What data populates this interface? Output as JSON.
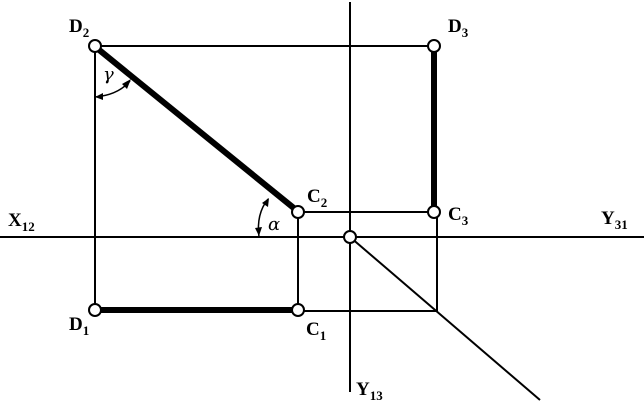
{
  "points": {
    "D2": {
      "main": "D",
      "sub": "2"
    },
    "D3": {
      "main": "D",
      "sub": "3"
    },
    "C2": {
      "main": "C",
      "sub": "2"
    },
    "C3": {
      "main": "C",
      "sub": "3"
    },
    "D1": {
      "main": "D",
      "sub": "1"
    },
    "C1": {
      "main": "C",
      "sub": "1"
    }
  },
  "axes": {
    "x12": {
      "main": "X",
      "sub": "12"
    },
    "y31": {
      "main": "Y",
      "sub": "31"
    },
    "y13": {
      "main": "Y",
      "sub": "13"
    }
  },
  "angles": {
    "gamma": "γ",
    "alpha": "α"
  }
}
